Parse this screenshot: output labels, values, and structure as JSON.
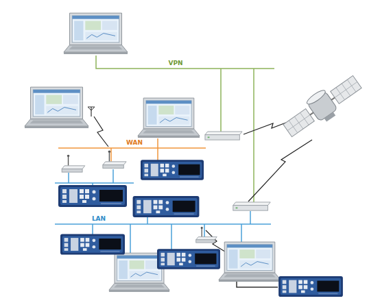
{
  "diagram": {
    "labels": [
      "VPN",
      "WAN",
      "LAN"
    ]
  }
}
